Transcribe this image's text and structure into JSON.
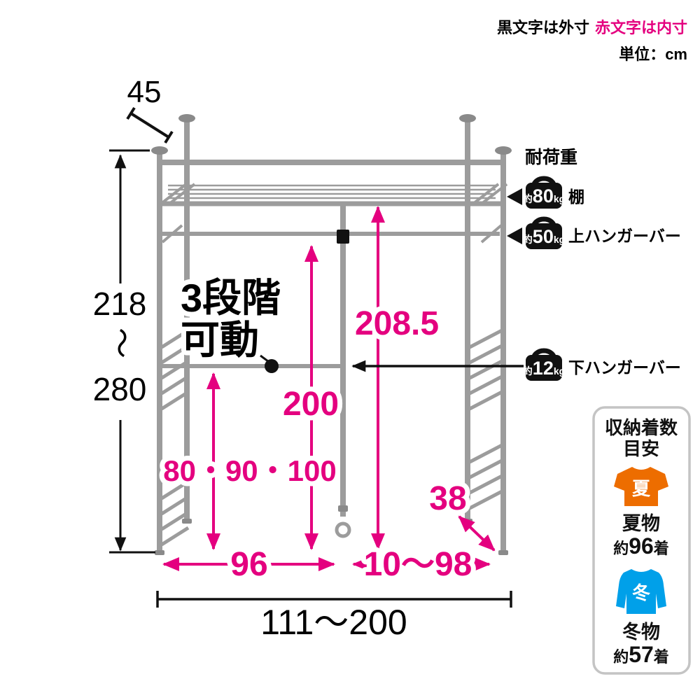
{
  "legend": {
    "outer_note": "黒文字は外寸",
    "inner_note": "赤文字は内寸",
    "unit": "単位：cm"
  },
  "dims": {
    "depth": "45",
    "height_min": "218",
    "height_wave": "〜",
    "height_max": "280",
    "adjust_line1": "3段階",
    "adjust_line2": "可動",
    "inner_height": "208.5",
    "bar_height": "200",
    "bar_positions": "80・90・100",
    "inner_width": "96",
    "right_width": "10〜98",
    "side_depth": "38",
    "total_width": "111〜200"
  },
  "load": {
    "title": "耐荷重",
    "items": [
      {
        "approx": "約",
        "value": "80",
        "unit": "kg",
        "label": "棚"
      },
      {
        "approx": "約",
        "value": "50",
        "unit": "kg",
        "label": "上ハンガーバー"
      },
      {
        "approx": "約",
        "value": "12",
        "unit": "kg",
        "label": "下ハンガーバー"
      }
    ]
  },
  "capacity": {
    "title_line1": "収納着数",
    "title_line2": "目安",
    "summer": {
      "badge": "夏",
      "name": "夏物",
      "approx": "約",
      "count": "96",
      "suffix": "着"
    },
    "winter": {
      "badge": "冬",
      "name": "冬物",
      "approx": "約",
      "count": "57",
      "suffix": "着"
    }
  },
  "colors": {
    "accent": "#e4007f",
    "summer": "#ed6d00",
    "winter": "#00a0e9",
    "frame": "#9c9c9c",
    "black": "#111111"
  }
}
